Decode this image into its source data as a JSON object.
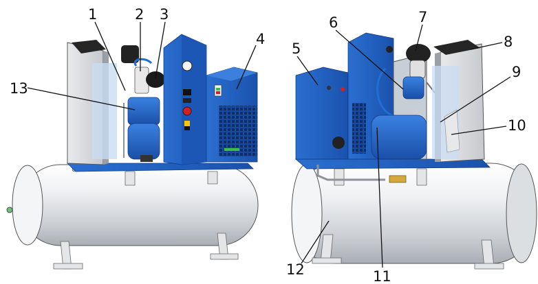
{
  "callouts": {
    "c1": "1",
    "c2": "2",
    "c3": "3",
    "c4": "4",
    "c5": "5",
    "c6": "6",
    "c7": "7",
    "c8": "8",
    "c9": "9",
    "c10": "10",
    "c11": "11",
    "c12": "12",
    "c13": "13"
  },
  "colors": {
    "unit_blue": "#1f5fbf",
    "unit_blue_dark": "#17449a",
    "panel_grey": "#d7d9dc",
    "tank_silver": "#e9eaec",
    "filter_black": "#2a2a2a",
    "switch_red": "#d42020"
  }
}
